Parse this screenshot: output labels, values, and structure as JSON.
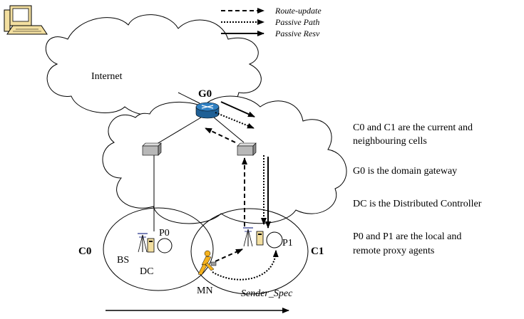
{
  "legend": {
    "route_update": "Route-update",
    "passive_path": "Passive Path",
    "passive_resv": "Passive Resv"
  },
  "labels": {
    "internet": "Internet",
    "gateway": "G0",
    "cell0": "C0",
    "cell1": "C1",
    "base_station": "BS",
    "controller": "DC",
    "proxy0": "P0",
    "proxy1": "P1",
    "mobile_node": "MN",
    "sender_spec": "Sender_Spec"
  },
  "descriptions": {
    "cells_line1": "C0 and C1 are the current and",
    "cells_line2": "neighbouring cells",
    "gateway": "G0 is the domain gateway",
    "controller": "DC is the Distributed Controller",
    "proxies_line1": "P0 and P1 are the local and",
    "proxies_line2": "remote proxy agents"
  },
  "colors": {
    "router": "#2f7fc1",
    "switch": "#b8b8b8",
    "computer": "#f3dfa0",
    "person": "#f5b21e"
  }
}
